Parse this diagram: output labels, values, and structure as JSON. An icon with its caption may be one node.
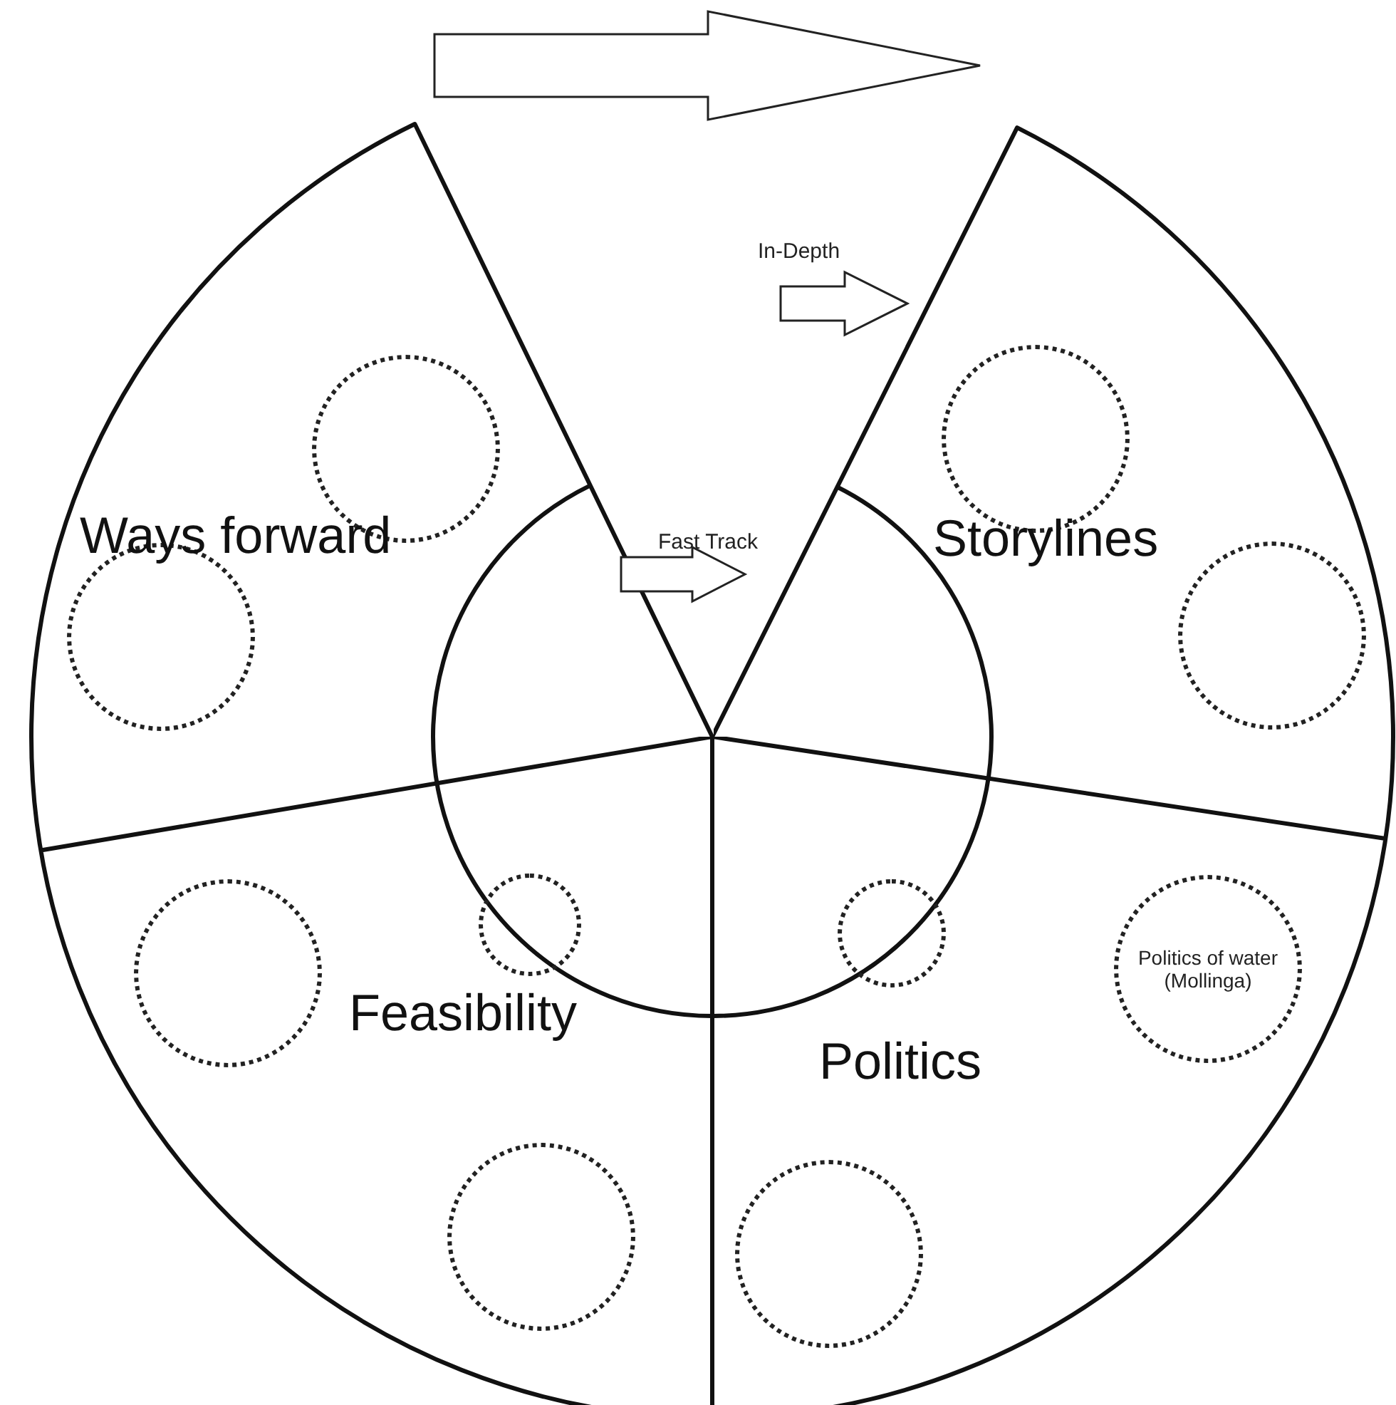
{
  "diagram": {
    "nodes": [
      {
        "text": [
          "Ways forward"
        ]
      },
      {
        "text": [],
        "shape": "circle",
        "in": 0
      },
      {
        "text": [],
        "shape": "circle",
        "in": 0
      },
      {
        "text": [
          "Storylines"
        ]
      },
      {
        "text": [],
        "shape": "circle",
        "in": 3
      },
      {
        "text": [],
        "shape": "circle",
        "in": 3
      },
      {
        "text": [
          "Feasibility"
        ]
      },
      {
        "text": [],
        "shape": "circle",
        "in": 6
      },
      {
        "text": [],
        "shape": "circle",
        "in": 6
      },
      {
        "text": [],
        "shape": "circle",
        "in": 6
      },
      {
        "text": [
          "Politics"
        ]
      },
      {
        "text": [],
        "shape": "circle",
        "in": 10
      },
      {
        "text": [
          "Politics of water (Mollinga)"
        ],
        "in": 10
      },
      {
        "text": [],
        "shape": "circle",
        "in": 10
      }
    ],
    "edges": [],
    "labels": [
      "In-Depth",
      "Fast Track"
    ]
  }
}
